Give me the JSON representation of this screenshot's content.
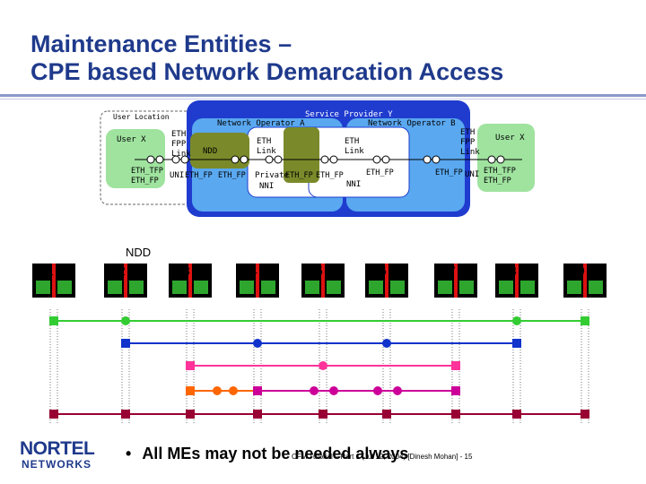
{
  "title": {
    "line1": "Maintenance Entities –",
    "line2": "CPE based Network Demarcation Access"
  },
  "diagram": {
    "user_location": "User Location",
    "service_provider": "Service Provider Y",
    "operator_a": "Network Operator A",
    "operator_b": "Network Operator B",
    "user_x_left": "User X",
    "user_x_right": "User X",
    "eth_fpp_link_left": [
      "ETH",
      "FPP",
      "Link"
    ],
    "eth_fpp_link_right": [
      "ETH",
      "FPP",
      "Link"
    ],
    "ndd_inner": "NDD",
    "eth_link_a": [
      "ETH",
      "Link"
    ],
    "eth_link_b": [
      "ETH",
      "Link"
    ],
    "left_user_ports": [
      "ETH_TFP",
      "ETH_FP"
    ],
    "right_user_ports": [
      "ETH_TFP",
      "ETH_FP"
    ],
    "uni_left": "UNI",
    "uni_right": "UNI",
    "eth_fp_a1": "ETH_FP",
    "eth_fp_a2": "ETH_FP",
    "private_nni": [
      "Private",
      "NNI"
    ],
    "eth_fp_mid1": "ETH_FP",
    "eth_fp_mid2": "ETH_FP",
    "eth_fp_b1": "ETH_FP",
    "nni": "NNI",
    "eth_fp_b2": "ETH_FP",
    "ndd_outer": "NDD",
    "points": [
      "1",
      "2",
      "3",
      "4",
      "5",
      "6",
      "7",
      "8",
      "9"
    ],
    "me_lines": [
      {
        "color": "#33cc33",
        "from": 1,
        "to": 9
      },
      {
        "color": "#1133cc",
        "from": 2,
        "to": 8
      },
      {
        "color": "#ff3399",
        "from": 3,
        "to": 7
      },
      {
        "color": "#ff6600",
        "from": 3,
        "to": 4
      },
      {
        "color": "#cc0099",
        "from": 4,
        "to": 7
      },
      {
        "color": "#990033",
        "from": 1,
        "to": 9
      }
    ]
  },
  "footer": {
    "bullet": "•",
    "text": "All MEs may not be needed always",
    "footnote": "CFM Tutorial – Part 1 (Jul 12, 2004) [Dinesh Mohan] - 15"
  },
  "logo": {
    "line1": "NORTEL",
    "line2": "NETWORKS"
  }
}
